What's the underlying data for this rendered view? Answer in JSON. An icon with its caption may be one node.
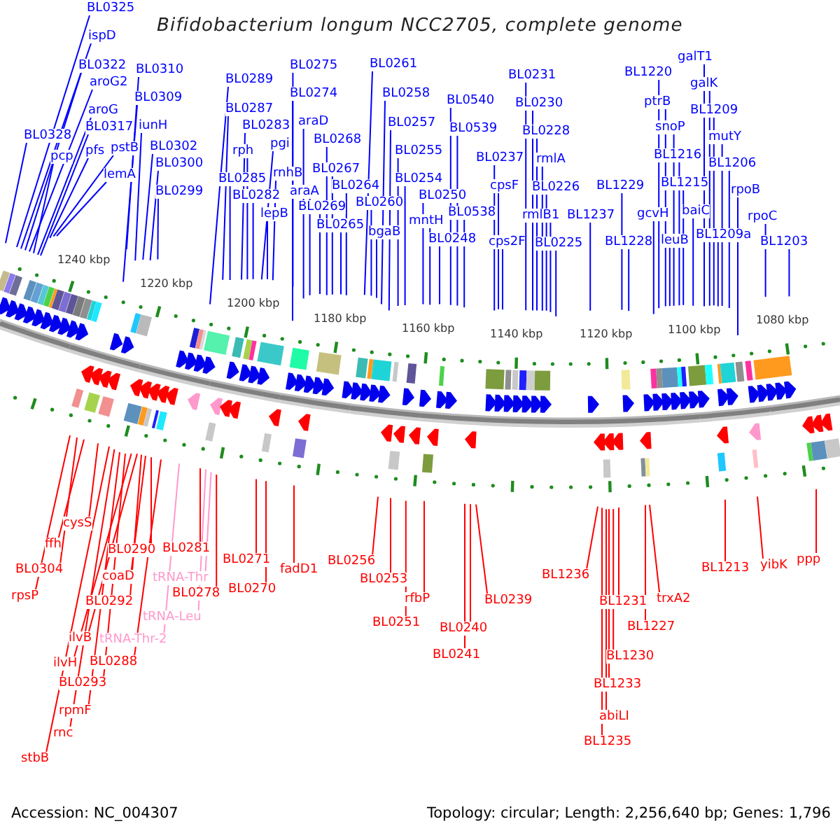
{
  "diagram": {
    "title": "Bifidobacterium longum NCC2705, complete genome",
    "nodes": [
      {
        "text": [
          "BL0325"
        ]
      },
      {
        "text": [
          "ispD"
        ]
      },
      {
        "text": [
          "BL0322"
        ]
      },
      {
        "text": [
          "BL0310"
        ]
      },
      {
        "text": [
          "aroG2"
        ]
      },
      {
        "text": [
          "BL0309"
        ]
      },
      {
        "text": [
          "aroG"
        ]
      },
      {
        "text": [
          "iunH"
        ]
      },
      {
        "text": [
          "BL0317"
        ]
      },
      {
        "text": [
          "BL0328"
        ]
      },
      {
        "text": [
          "BL0302"
        ]
      },
      {
        "text": [
          "pstB"
        ]
      },
      {
        "text": [
          "pfs"
        ]
      },
      {
        "text": [
          "pcp"
        ]
      },
      {
        "text": [
          "BL0300"
        ]
      },
      {
        "text": [
          "lemA"
        ]
      },
      {
        "text": [
          "BL0299"
        ]
      },
      {
        "text": [
          "BL0289"
        ]
      },
      {
        "text": [
          "BL0287"
        ]
      },
      {
        "text": [
          "BL0283"
        ]
      },
      {
        "text": [
          "pgi"
        ]
      },
      {
        "text": [
          "rph"
        ]
      },
      {
        "text": [
          "rnhB"
        ]
      },
      {
        "text": [
          "BL0285"
        ]
      },
      {
        "text": [
          "BL0282"
        ]
      },
      {
        "text": [
          "lepB"
        ]
      },
      {
        "text": [
          "BL0275"
        ]
      },
      {
        "text": [
          "BL0274"
        ]
      },
      {
        "text": [
          "araD"
        ]
      },
      {
        "text": [
          "BL0268"
        ]
      },
      {
        "text": [
          "BL0267"
        ]
      },
      {
        "text": [
          "BL0264"
        ]
      },
      {
        "text": [
          "araA"
        ]
      },
      {
        "text": [
          "BL0269"
        ]
      },
      {
        "text": [
          "BL0265"
        ]
      },
      {
        "text": [
          "BL0261"
        ]
      },
      {
        "text": [
          "BL0258"
        ]
      },
      {
        "text": [
          "BL0257"
        ]
      },
      {
        "text": [
          "BL0255"
        ]
      },
      {
        "text": [
          "BL0254"
        ]
      },
      {
        "text": [
          "BL0250"
        ]
      },
      {
        "text": [
          "BL0260"
        ]
      },
      {
        "text": [
          "mntH"
        ]
      },
      {
        "text": [
          "bgaB"
        ]
      },
      {
        "text": [
          "BL0248"
        ]
      },
      {
        "text": [
          "BL0540"
        ]
      },
      {
        "text": [
          "BL0539"
        ]
      },
      {
        "text": [
          "BL0538"
        ]
      },
      {
        "text": [
          "BL0237"
        ]
      },
      {
        "text": [
          "cpsF"
        ]
      },
      {
        "text": [
          "cps2F"
        ]
      },
      {
        "text": [
          "BL0231"
        ]
      },
      {
        "text": [
          "BL0230"
        ]
      },
      {
        "text": [
          "BL0228"
        ]
      },
      {
        "text": [
          "rmlA"
        ]
      },
      {
        "text": [
          "BL0226"
        ]
      },
      {
        "text": [
          "rmlB1"
        ]
      },
      {
        "text": [
          "BL0225"
        ]
      },
      {
        "text": [
          "BL1237"
        ]
      },
      {
        "text": [
          "BL1229"
        ]
      },
      {
        "text": [
          "BL1228"
        ]
      },
      {
        "text": [
          "galT1"
        ]
      },
      {
        "text": [
          "BL1220"
        ]
      },
      {
        "text": [
          "galK"
        ]
      },
      {
        "text": [
          "ptrB"
        ]
      },
      {
        "text": [
          "BL1209"
        ]
      },
      {
        "text": [
          "snoP"
        ]
      },
      {
        "text": [
          "mutY"
        ]
      },
      {
        "text": [
          "BL1216"
        ]
      },
      {
        "text": [
          "BL1206"
        ]
      },
      {
        "text": [
          "BL1215"
        ]
      },
      {
        "text": [
          "rpoB"
        ]
      },
      {
        "text": [
          "baiC"
        ]
      },
      {
        "text": [
          "gcvH"
        ]
      },
      {
        "text": [
          "rpoC"
        ]
      },
      {
        "text": [
          "BL1209a"
        ]
      },
      {
        "text": [
          "leuB"
        ]
      },
      {
        "text": [
          "BL1203"
        ]
      },
      {
        "text": [
          "cysS"
        ]
      },
      {
        "text": [
          "ffh"
        ]
      },
      {
        "text": [
          "BL0304"
        ]
      },
      {
        "text": [
          "rpsP"
        ]
      },
      {
        "text": [
          "BL0290"
        ]
      },
      {
        "text": [
          "coaD"
        ]
      },
      {
        "text": [
          "BL0292"
        ]
      },
      {
        "text": [
          "ilvB"
        ]
      },
      {
        "text": [
          "BL0288"
        ]
      },
      {
        "text": [
          "ilvH"
        ]
      },
      {
        "text": [
          "BL0293"
        ]
      },
      {
        "text": [
          "rpmF"
        ]
      },
      {
        "text": [
          "rnc"
        ]
      },
      {
        "text": [
          "stbB"
        ]
      },
      {
        "text": [
          "BL0281"
        ]
      },
      {
        "text": [
          "tRNA-Thr"
        ]
      },
      {
        "text": [
          "BL0278"
        ]
      },
      {
        "text": [
          "tRNA-Leu"
        ]
      },
      {
        "text": [
          "tRNA-Thr-2"
        ]
      },
      {
        "text": [
          "BL0271"
        ]
      },
      {
        "text": [
          "fadD1"
        ]
      },
      {
        "text": [
          "BL0270"
        ]
      },
      {
        "text": [
          "BL0256"
        ]
      },
      {
        "text": [
          "BL0253"
        ]
      },
      {
        "text": [
          "rfbP"
        ]
      },
      {
        "text": [
          "BL0251"
        ]
      },
      {
        "text": [
          "BL0239"
        ]
      },
      {
        "text": [
          "BL0240"
        ]
      },
      {
        "text": [
          "BL0241"
        ]
      },
      {
        "text": [
          "BL1236"
        ]
      },
      {
        "text": [
          "trxA2"
        ]
      },
      {
        "text": [
          "BL1231"
        ]
      },
      {
        "text": [
          "BL1227"
        ]
      },
      {
        "text": [
          "BL1230"
        ]
      },
      {
        "text": [
          "BL1233"
        ]
      },
      {
        "text": [
          "abiLI"
        ]
      },
      {
        "text": [
          "BL1235"
        ]
      },
      {
        "text": [
          "BL1213"
        ]
      },
      {
        "text": [
          "yibK"
        ]
      },
      {
        "text": [
          "ppp"
        ]
      }
    ],
    "edges": [
      {
        "from": 0,
        "to": null,
        "arrow": "none"
      },
      {
        "from": 1,
        "to": null,
        "arrow": "none"
      },
      {
        "from": 2,
        "to": null,
        "arrow": "none"
      },
      {
        "from": 3,
        "to": null,
        "arrow": "none"
      },
      {
        "from": 4,
        "to": null,
        "arrow": "none"
      },
      {
        "from": 5,
        "to": null,
        "arrow": "none"
      },
      {
        "from": 6,
        "to": null,
        "arrow": "none"
      },
      {
        "from": 7,
        "to": null,
        "arrow": "none"
      },
      {
        "from": 8,
        "to": null,
        "arrow": "none"
      },
      {
        "from": 9,
        "to": null,
        "arrow": "none"
      },
      {
        "from": 10,
        "to": null,
        "arrow": "none"
      },
      {
        "from": 11,
        "to": null,
        "arrow": "none"
      },
      {
        "from": 12,
        "to": null,
        "arrow": "none"
      },
      {
        "from": 13,
        "to": null,
        "arrow": "none"
      },
      {
        "from": 14,
        "to": null,
        "arrow": "none"
      },
      {
        "from": 15,
        "to": null,
        "arrow": "none"
      },
      {
        "from": 16,
        "to": null,
        "arrow": "none"
      },
      {
        "from": 17,
        "to": null,
        "arrow": "none"
      },
      {
        "from": 18,
        "to": null,
        "arrow": "none"
      },
      {
        "from": 19,
        "to": null,
        "arrow": "none"
      },
      {
        "from": 20,
        "to": null,
        "arrow": "none"
      },
      {
        "from": 21,
        "to": null,
        "arrow": "none"
      },
      {
        "from": 22,
        "to": null,
        "arrow": "none"
      },
      {
        "from": 23,
        "to": null,
        "arrow": "none"
      },
      {
        "from": 24,
        "to": null,
        "arrow": "none"
      },
      {
        "from": 25,
        "to": null,
        "arrow": "none"
      },
      {
        "from": 26,
        "to": null,
        "arrow": "none"
      },
      {
        "from": 27,
        "to": null,
        "arrow": "none"
      },
      {
        "from": 28,
        "to": null,
        "arrow": "none"
      },
      {
        "from": 29,
        "to": null,
        "arrow": "none"
      },
      {
        "from": 30,
        "to": null,
        "arrow": "none"
      },
      {
        "from": 31,
        "to": null,
        "arrow": "none"
      },
      {
        "from": 32,
        "to": null,
        "arrow": "none"
      },
      {
        "from": 33,
        "to": null,
        "arrow": "none"
      },
      {
        "from": 34,
        "to": null,
        "arrow": "none"
      },
      {
        "from": 35,
        "to": null,
        "arrow": "none"
      },
      {
        "from": 36,
        "to": null,
        "arrow": "none"
      },
      {
        "from": 37,
        "to": null,
        "arrow": "none"
      },
      {
        "from": 38,
        "to": null,
        "arrow": "none"
      },
      {
        "from": 39,
        "to": null,
        "arrow": "none"
      },
      {
        "from": 40,
        "to": null,
        "arrow": "none"
      },
      {
        "from": 41,
        "to": null,
        "arrow": "none"
      },
      {
        "from": 42,
        "to": null,
        "arrow": "none"
      },
      {
        "from": 43,
        "to": null,
        "arrow": "none"
      },
      {
        "from": 44,
        "to": null,
        "arrow": "none"
      },
      {
        "from": 45,
        "to": null,
        "arrow": "none"
      },
      {
        "from": 46,
        "to": null,
        "arrow": "none"
      },
      {
        "from": 47,
        "to": null,
        "arrow": "none"
      },
      {
        "from": 48,
        "to": null,
        "arrow": "none"
      },
      {
        "from": 49,
        "to": null,
        "arrow": "none"
      },
      {
        "from": 50,
        "to": null,
        "arrow": "none"
      },
      {
        "from": 51,
        "to": null,
        "arrow": "none"
      },
      {
        "from": 52,
        "to": null,
        "arrow": "none"
      },
      {
        "from": 53,
        "to": null,
        "arrow": "none"
      },
      {
        "from": 54,
        "to": null,
        "arrow": "none"
      },
      {
        "from": 55,
        "to": null,
        "arrow": "none"
      },
      {
        "from": 56,
        "to": null,
        "arrow": "none"
      },
      {
        "from": 57,
        "to": null,
        "arrow": "none"
      },
      {
        "from": 58,
        "to": null,
        "arrow": "none"
      },
      {
        "from": 59,
        "to": null,
        "arrow": "none"
      },
      {
        "from": 60,
        "to": null,
        "arrow": "none"
      },
      {
        "from": 61,
        "to": null,
        "arrow": "none"
      },
      {
        "from": 62,
        "to": null,
        "arrow": "none"
      },
      {
        "from": 63,
        "to": null,
        "arrow": "none"
      },
      {
        "from": 64,
        "to": null,
        "arrow": "none"
      },
      {
        "from": 65,
        "to": null,
        "arrow": "none"
      },
      {
        "from": 66,
        "to": null,
        "arrow": "none"
      },
      {
        "from": 67,
        "to": null,
        "arrow": "none"
      },
      {
        "from": 68,
        "to": null,
        "arrow": "none"
      },
      {
        "from": 69,
        "to": null,
        "arrow": "none"
      },
      {
        "from": 70,
        "to": null,
        "arrow": "none"
      },
      {
        "from": 71,
        "to": null,
        "arrow": "none"
      },
      {
        "from": 72,
        "to": null,
        "arrow": "none"
      },
      {
        "from": 73,
        "to": null,
        "arrow": "none"
      },
      {
        "from": 74,
        "to": null,
        "arrow": "none"
      },
      {
        "from": 75,
        "to": null,
        "arrow": "none"
      },
      {
        "from": 76,
        "to": null,
        "arrow": "none"
      },
      {
        "from": 77,
        "to": null,
        "arrow": "none"
      },
      {
        "from": 78,
        "to": null,
        "arrow": "none",
        "color": "#ff0000"
      },
      {
        "from": 79,
        "to": null,
        "arrow": "none",
        "color": "#ff0000"
      },
      {
        "from": 80,
        "to": null,
        "arrow": "none",
        "color": "#ff0000"
      },
      {
        "from": 81,
        "to": null,
        "arrow": "none",
        "color": "#ff0000"
      },
      {
        "from": 82,
        "to": null,
        "arrow": "none",
        "color": "#ff0000"
      },
      {
        "from": 83,
        "to": null,
        "arrow": "none",
        "color": "#ff0000"
      },
      {
        "from": 84,
        "to": null,
        "arrow": "none",
        "color": "#ff0000"
      },
      {
        "from": 85,
        "to": null,
        "arrow": "none",
        "color": "#ff0000"
      },
      {
        "from": 86,
        "to": null,
        "arrow": "none",
        "color": "#ff0000"
      },
      {
        "from": 87,
        "to": null,
        "arrow": "none",
        "color": "#ff0000"
      },
      {
        "from": 88,
        "to": null,
        "arrow": "none",
        "color": "#ff0000"
      },
      {
        "from": 89,
        "to": null,
        "arrow": "none",
        "color": "#ff0000"
      },
      {
        "from": 90,
        "to": null,
        "arrow": "none",
        "color": "#ff0000"
      },
      {
        "from": 91,
        "to": null,
        "arrow": "none",
        "color": "#ff0000"
      },
      {
        "from": 92,
        "to": null,
        "arrow": "none",
        "color": "#ff0000"
      },
      {
        "from": 93,
        "to": null,
        "arrow": "none",
        "color": "#ff99cc"
      },
      {
        "from": 94,
        "to": null,
        "arrow": "none",
        "color": "#ff0000"
      },
      {
        "from": 95,
        "to": null,
        "arrow": "none",
        "color": "#ff99cc"
      },
      {
        "from": 96,
        "to": null,
        "arrow": "none",
        "color": "#ff99cc"
      },
      {
        "from": 97,
        "to": null,
        "arrow": "none",
        "color": "#ff0000"
      },
      {
        "from": 98,
        "to": null,
        "arrow": "none",
        "color": "#ff0000"
      },
      {
        "from": 99,
        "to": null,
        "arrow": "none",
        "color": "#ff0000"
      },
      {
        "from": 100,
        "to": null,
        "arrow": "none",
        "color": "#ff0000"
      },
      {
        "from": 101,
        "to": null,
        "arrow": "none",
        "color": "#ff0000"
      },
      {
        "from": 102,
        "to": null,
        "arrow": "none",
        "color": "#ff0000"
      },
      {
        "from": 103,
        "to": null,
        "arrow": "none",
        "color": "#ff0000"
      },
      {
        "from": 104,
        "to": null,
        "arrow": "none",
        "color": "#ff0000"
      },
      {
        "from": 105,
        "to": null,
        "arrow": "none",
        "color": "#ff0000"
      },
      {
        "from": 106,
        "to": null,
        "arrow": "none",
        "color": "#ff0000"
      },
      {
        "from": 107,
        "to": null,
        "arrow": "none",
        "color": "#ff0000"
      },
      {
        "from": 108,
        "to": null,
        "arrow": "none",
        "color": "#ff0000"
      },
      {
        "from": 109,
        "to": null,
        "arrow": "none",
        "color": "#ff0000"
      },
      {
        "from": 110,
        "to": null,
        "arrow": "none",
        "color": "#ff0000"
      },
      {
        "from": 111,
        "to": null,
        "arrow": "none",
        "color": "#ff0000"
      },
      {
        "from": 112,
        "to": null,
        "arrow": "none",
        "color": "#ff0000"
      },
      {
        "from": 113,
        "to": null,
        "arrow": "none",
        "color": "#ff0000"
      },
      {
        "from": 114,
        "to": null,
        "arrow": "none",
        "color": "#ff0000"
      },
      {
        "from": 115,
        "to": null,
        "arrow": "none",
        "color": "#ff0000"
      },
      {
        "from": 116,
        "to": null,
        "arrow": "none",
        "color": "#ff0000"
      },
      {
        "from": 117,
        "to": null,
        "arrow": "none",
        "color": "#ff0000"
      }
    ],
    "labels": [
      "1240 kbp",
      "1220 kbp",
      "1200 kbp",
      "1180 kbp",
      "1160 kbp",
      "1140 kbp",
      "1120 kbp",
      "1100 kbp",
      "1080 kbp",
      "Accession: NC_004307",
      "Topology: circular; Length: 2,256,640 bp; Genes: 1,796"
    ]
  }
}
